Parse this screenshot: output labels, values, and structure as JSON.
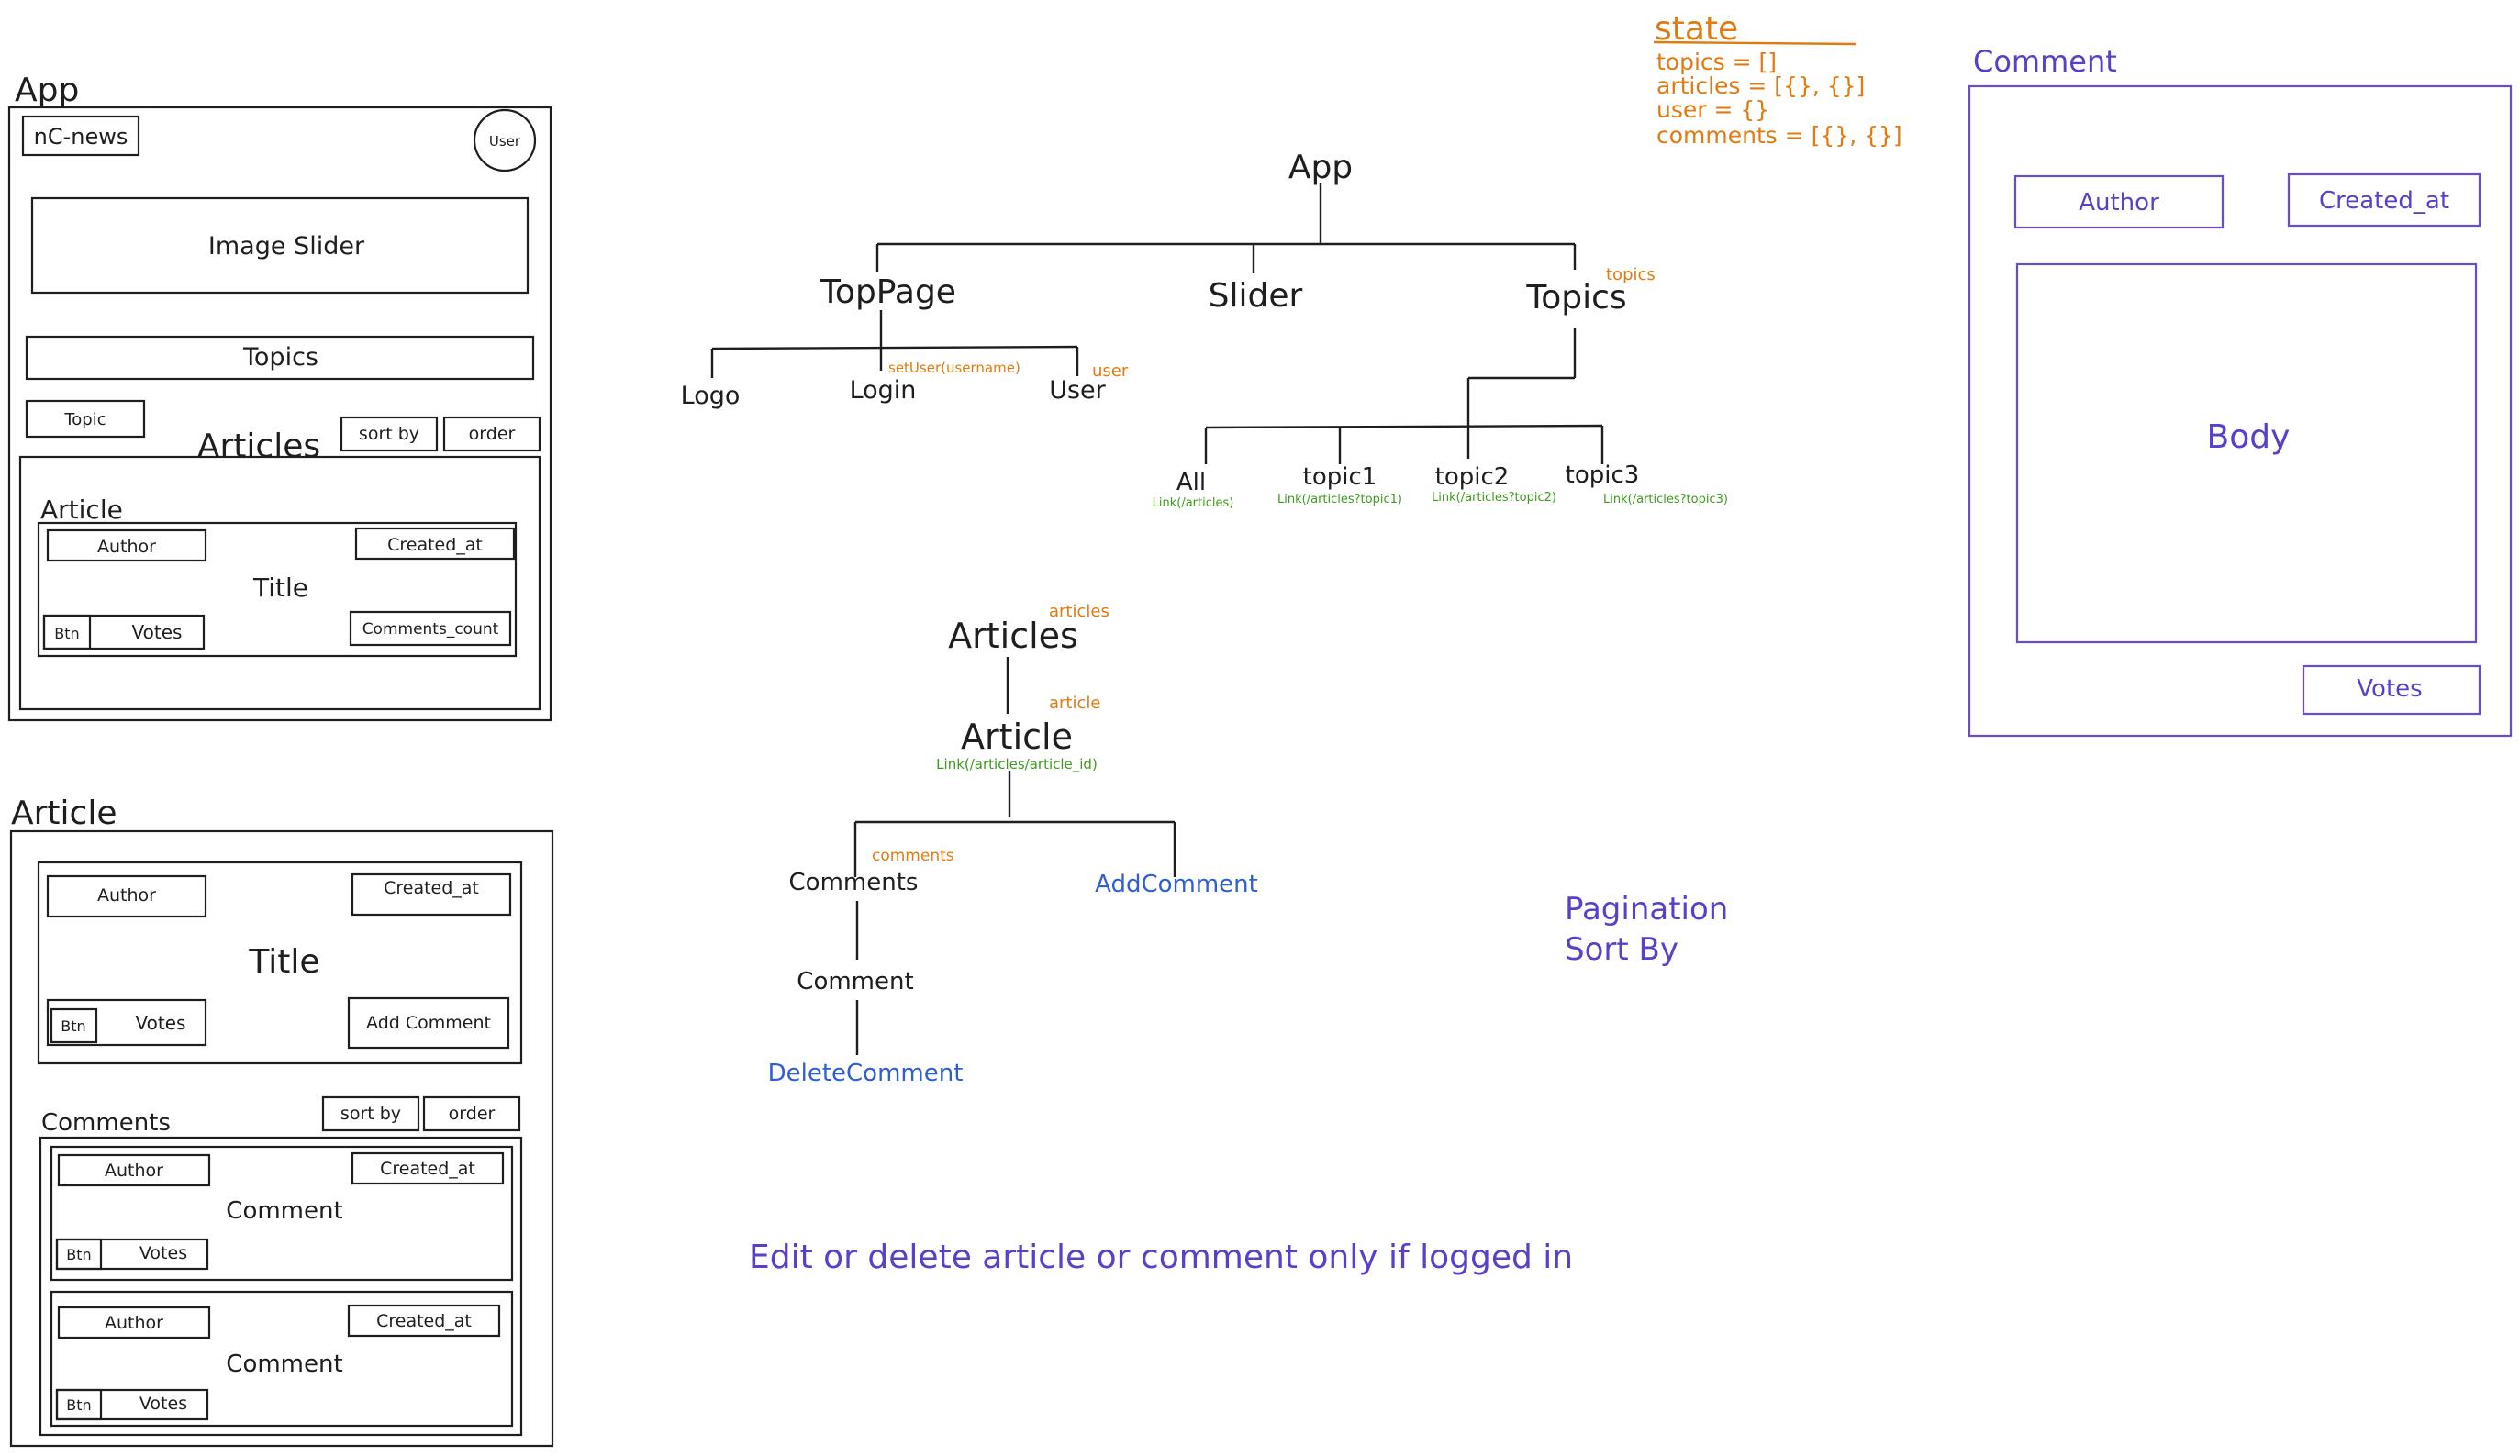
{
  "colors": {
    "ink": "#1e1e1e",
    "orange": "#e07b12",
    "green": "#3d9b1d",
    "blue": "#2f5fd0",
    "purple": "#5b3fc9"
  },
  "wire_app": {
    "title": "App",
    "logo": "nC-news",
    "user": "User",
    "slider": "Image Slider",
    "topics": "Topics",
    "topic": "Topic",
    "articles": "Articles",
    "sort_by": "sort by",
    "order": "order",
    "article_label": "Article",
    "author": "Author",
    "created_at": "Created_at",
    "title_text": "Title",
    "btn": "Btn",
    "votes": "Votes",
    "comments_count": "Comments_count"
  },
  "wire_article": {
    "title": "Article",
    "author": "Author",
    "created_at": "Created_at",
    "title_text": "Title",
    "btn": "Btn",
    "votes": "Votes",
    "add_comment": "Add Comment",
    "comments": "Comments",
    "sort_by": "sort by",
    "order": "order",
    "comment_cards": [
      {
        "author": "Author",
        "created_at": "Created_at",
        "comment": "Comment",
        "btn": "Btn",
        "votes": "Votes"
      },
      {
        "author": "Author",
        "created_at": "Created_at",
        "comment": "Comment",
        "btn": "Btn",
        "votes": "Votes"
      }
    ]
  },
  "tree": {
    "app": "App",
    "toppage": "TopPage",
    "slider": "Slider",
    "topics": "Topics",
    "topics_state": "topics",
    "logo": "Logo",
    "login": "Login",
    "login_prop": "setUser(username)",
    "user": "User",
    "user_state": "user",
    "topic_nodes": [
      {
        "name": "All",
        "link": "Link(/articles)"
      },
      {
        "name": "topic1",
        "link": "Link(/articles?topic1)"
      },
      {
        "name": "topic2",
        "link": "Link(/articles?topic2)"
      },
      {
        "name": "topic3",
        "link": "Link(/articles?topic3)"
      }
    ],
    "articles": "Articles",
    "articles_state": "articles",
    "article": "Article",
    "article_state": "article",
    "article_link": "Link(/articles/article_id)",
    "comments": "Comments",
    "comments_state": "comments",
    "add_comment": "AddComment",
    "comment": "Comment",
    "delete_comment": "DeleteComment"
  },
  "state": {
    "title": "state",
    "lines": [
      "topics = []",
      "articles = [{}, {}]",
      "user = {}",
      "comments = [{}, {}]"
    ]
  },
  "comment_wire": {
    "title": "Comment",
    "author": "Author",
    "created_at": "Created_at",
    "body": "Body",
    "votes": "Votes"
  },
  "notes": {
    "pagination": "Pagination",
    "sort_by": "Sort By",
    "edit_note": "Edit or delete article or comment only if logged in"
  }
}
